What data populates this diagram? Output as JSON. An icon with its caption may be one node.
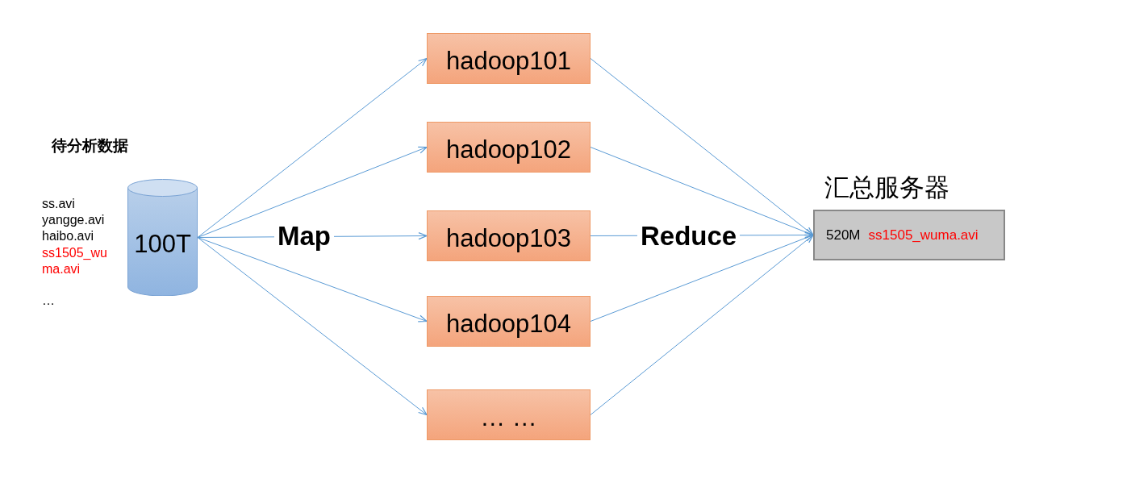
{
  "diagram": {
    "nodes": [
      {
        "text": [
          "100T"
        ]
      },
      {
        "text": [
          "hadoop101"
        ]
      },
      {
        "text": [
          "hadoop102"
        ]
      },
      {
        "text": [
          "hadoop103"
        ]
      },
      {
        "text": [
          "hadoop104"
        ]
      },
      {
        "text": [
          "… …"
        ]
      },
      {
        "text": [
          "汇总服务器",
          "520M",
          "ss1505_wuma.avi"
        ]
      }
    ],
    "edges": [
      {
        "from": 0,
        "to": 1,
        "arrow": "to"
      },
      {
        "from": 0,
        "to": 2,
        "arrow": "to"
      },
      {
        "from": 0,
        "to": 3,
        "arrow": "to"
      },
      {
        "from": 0,
        "to": 4,
        "arrow": "to"
      },
      {
        "from": 0,
        "to": 5,
        "arrow": "to"
      },
      {
        "from": 1,
        "to": 6,
        "arrow": "to"
      },
      {
        "from": 2,
        "to": 6,
        "arrow": "to"
      },
      {
        "from": 3,
        "to": 6,
        "arrow": "to"
      },
      {
        "from": 4,
        "to": 6,
        "arrow": "to"
      },
      {
        "from": 5,
        "to": 6,
        "arrow": "to"
      }
    ],
    "labels": [
      "待分析数据",
      "ss.avi",
      "yangge.avi",
      "haibo.avi",
      "ss1505_wuma.avi",
      "…",
      "Map",
      "Reduce"
    ]
  }
}
